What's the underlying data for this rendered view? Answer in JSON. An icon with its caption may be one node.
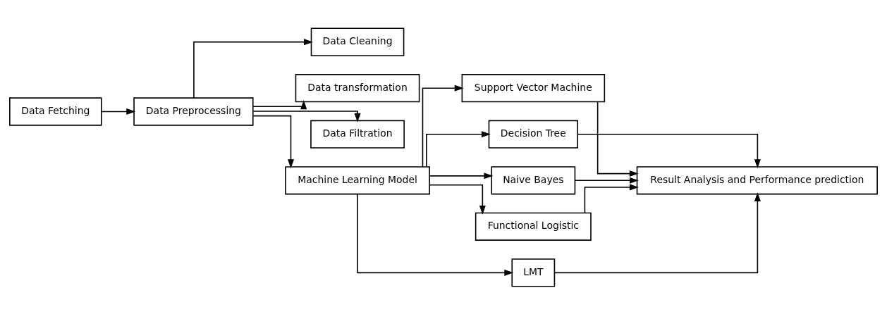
{
  "diagram": {
    "nodes": [
      {
        "text": [
          "Data Fetching"
        ]
      },
      {
        "text": [
          "Data Preprocessing"
        ]
      },
      {
        "text": [
          "Data Cleaning"
        ]
      },
      {
        "text": [
          "Data transformation"
        ]
      },
      {
        "text": [
          "Data Filtration"
        ]
      },
      {
        "text": [
          "Machine Learning Model"
        ]
      },
      {
        "text": [
          "Support Vector Machine"
        ]
      },
      {
        "text": [
          "Decision Tree"
        ]
      },
      {
        "text": [
          "Naive Bayes"
        ]
      },
      {
        "text": [
          "Functional Logistic"
        ]
      },
      {
        "text": [
          "LMT"
        ]
      },
      {
        "text": [
          "Result Analysis and Performance prediction"
        ]
      }
    ],
    "edges": [
      {
        "from": 0,
        "to": 1,
        "arrow": "to"
      },
      {
        "from": 1,
        "to": 2,
        "arrow": "to"
      },
      {
        "from": 1,
        "to": 3,
        "arrow": "to"
      },
      {
        "from": 1,
        "to": 4,
        "arrow": "to"
      },
      {
        "from": 1,
        "to": 5,
        "arrow": "to"
      },
      {
        "from": 5,
        "to": 6,
        "arrow": "to"
      },
      {
        "from": 5,
        "to": 7,
        "arrow": "to"
      },
      {
        "from": 5,
        "to": 8,
        "arrow": "to"
      },
      {
        "from": 5,
        "to": 9,
        "arrow": "to"
      },
      {
        "from": 5,
        "to": 10,
        "arrow": "to"
      },
      {
        "from": 6,
        "to": 11,
        "arrow": "to"
      },
      {
        "from": 7,
        "to": 11,
        "arrow": "to"
      },
      {
        "from": 8,
        "to": 11,
        "arrow": "to"
      },
      {
        "from": 9,
        "to": 11,
        "arrow": "to"
      },
      {
        "from": 10,
        "to": 11,
        "arrow": "to"
      }
    ]
  }
}
